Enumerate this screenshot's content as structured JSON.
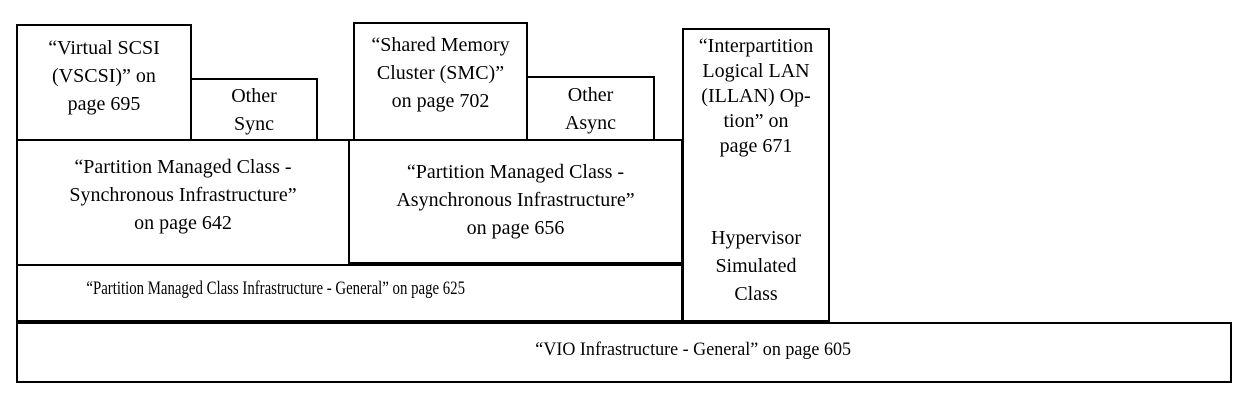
{
  "diagram": {
    "type": "box-hierarchy",
    "background_color": "#ffffff",
    "border_color": "#000000",
    "text_color": "#000000",
    "boxes": {
      "vscsi": {
        "lines": [
          "“Virtual SCSI",
          "(VSCSI)” on",
          "page 695"
        ],
        "page_ref": "695"
      },
      "other_sync": {
        "lines": [
          "Other",
          "Sync"
        ]
      },
      "smc": {
        "lines": [
          "“Shared Memory",
          "Cluster (SMC)”",
          "on page 702"
        ],
        "page_ref": "702"
      },
      "other_async": {
        "lines": [
          "Other",
          "Async"
        ]
      },
      "illan": {
        "lines": [
          "“Interpartition",
          "Logical LAN",
          "(ILLAN) Op-",
          "tion” on",
          "page 671"
        ],
        "page_ref": "671"
      },
      "hypervisor": {
        "lines": [
          "Hypervisor",
          "Simulated",
          "Class"
        ]
      },
      "sync_infra": {
        "lines": [
          "“Partition Managed Class -",
          "Synchronous Infrastructure”",
          "on page 642"
        ],
        "page_ref": "642"
      },
      "async_infra": {
        "lines": [
          "“Partition Managed Class -",
          "Asynchronous Infrastructure”",
          "on page 656"
        ],
        "page_ref": "656"
      },
      "pmc_general": {
        "lines": [
          "“Partition Managed Class Infrastructure - General” on page 625"
        ],
        "page_ref": "625"
      },
      "vio_general": {
        "lines": [
          "“VIO Infrastructure - General” on page 605"
        ],
        "page_ref": "605"
      }
    }
  }
}
